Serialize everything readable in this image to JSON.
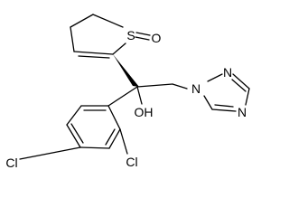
{
  "molecule": {
    "atoms": {
      "sulfur": "S",
      "sulfoxide_oxygen": "O",
      "hydroxyl": "OH",
      "triazole_n1": "N",
      "triazole_n2": "N",
      "triazole_n4": "N",
      "chlorine_para": "Cl",
      "chlorine_ortho": "Cl"
    },
    "stereo_bond": "wedge",
    "colors": {
      "ink": "#000000",
      "background": "#ffffff"
    }
  }
}
